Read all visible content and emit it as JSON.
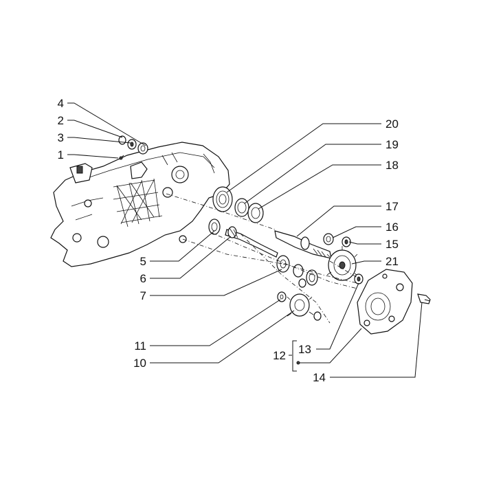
{
  "callouts": [
    {
      "id": "c1",
      "text": "1"
    },
    {
      "id": "c2",
      "text": "2"
    },
    {
      "id": "c3",
      "text": "3"
    },
    {
      "id": "c4",
      "text": "4"
    },
    {
      "id": "c5",
      "text": "5"
    },
    {
      "id": "c6",
      "text": "6"
    },
    {
      "id": "c7",
      "text": "7"
    },
    {
      "id": "c10",
      "text": "10"
    },
    {
      "id": "c11",
      "text": "11"
    },
    {
      "id": "c12",
      "text": "12"
    },
    {
      "id": "c13",
      "text": "13"
    },
    {
      "id": "c14",
      "text": "14"
    },
    {
      "id": "c15",
      "text": "15"
    },
    {
      "id": "c16",
      "text": "16"
    },
    {
      "id": "c17",
      "text": "17"
    },
    {
      "id": "c18",
      "text": "18"
    },
    {
      "id": "c19",
      "text": "19"
    },
    {
      "id": "c20",
      "text": "20"
    },
    {
      "id": "c21",
      "text": "21"
    }
  ]
}
